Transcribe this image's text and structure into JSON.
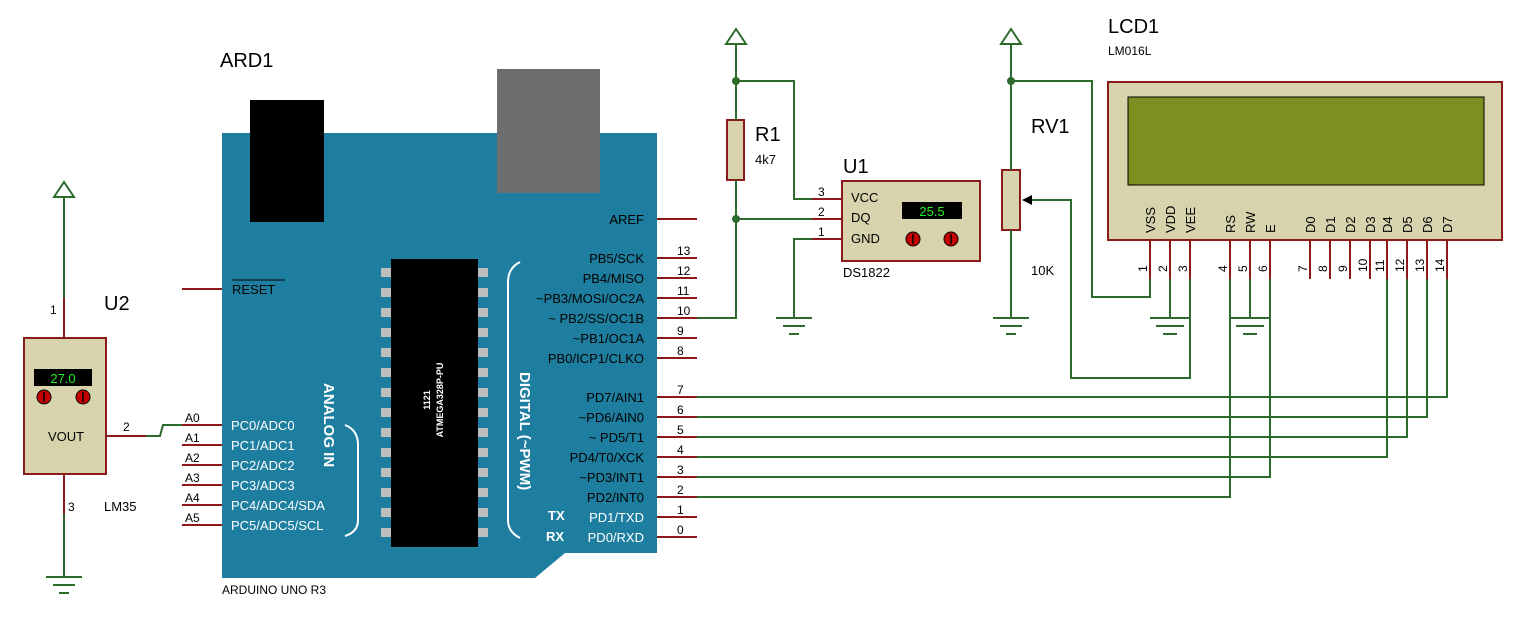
{
  "arduino": {
    "ref": "ARD1",
    "model": "ARDUINO UNO R3",
    "chip_id": "1121",
    "chip_name": "ATMEGA328P-PU",
    "analog_label": "ANALOG IN",
    "digital_label": "DIGITAL (~PWM)",
    "reset_label": "RESET",
    "aref_label": "AREF",
    "tx_label": "TX",
    "rx_label": "RX",
    "pins_right": [
      {
        "label": "PB5/SCK",
        "num": "13"
      },
      {
        "label": "PB4/MISO",
        "num": "12"
      },
      {
        "label": "~PB3/MOSI/OC2A",
        "num": "11"
      },
      {
        "label": "~ PB2/SS/OC1B",
        "num": "10"
      },
      {
        "label": "~PB1/OC1A",
        "num": "9"
      },
      {
        "label": "PB0/ICP1/CLKO",
        "num": "8"
      },
      {
        "label": "PD7/AIN1",
        "num": "7"
      },
      {
        "label": "~PD6/AIN0",
        "num": "6"
      },
      {
        "label": "~ PD5/T1",
        "num": "5"
      },
      {
        "label": "PD4/T0/XCK",
        "num": "4"
      },
      {
        "label": "~PD3/INT1",
        "num": "3"
      },
      {
        "label": "PD2/INT0",
        "num": "2"
      },
      {
        "label": "PD1/TXD",
        "num": "1"
      },
      {
        "label": "PD0/RXD",
        "num": "0"
      }
    ],
    "pins_left": [
      {
        "label": "PC0/ADC0",
        "num": "A0"
      },
      {
        "label": "PC1/ADC1",
        "num": "A1"
      },
      {
        "label": "PC2/ADC2",
        "num": "A2"
      },
      {
        "label": "PC3/ADC3",
        "num": "A3"
      },
      {
        "label": "PC4/ADC4/SDA",
        "num": "A4"
      },
      {
        "label": "PC5/ADC5/SCL",
        "num": "A5"
      }
    ]
  },
  "u2": {
    "ref": "U2",
    "model": "LM35",
    "reading": "27.0",
    "pin_out": "VOUT",
    "pin1": "1",
    "pin2": "2",
    "pin3": "3"
  },
  "u1": {
    "ref": "U1",
    "model": "DS1822",
    "reading": "25.5",
    "pin_vcc": "VCC",
    "pin_dq": "DQ",
    "pin_gnd": "GND",
    "pin1": "1",
    "pin2": "2",
    "pin3": "3"
  },
  "r1": {
    "ref": "R1",
    "value": "4k7"
  },
  "rv1": {
    "ref": "RV1",
    "value": "10K"
  },
  "lcd": {
    "ref": "LCD1",
    "model": "LM016L",
    "pins": [
      {
        "label": "VSS",
        "num": "1"
      },
      {
        "label": "VDD",
        "num": "2"
      },
      {
        "label": "VEE",
        "num": "3"
      },
      {
        "label": "RS",
        "num": "4"
      },
      {
        "label": "RW",
        "num": "5"
      },
      {
        "label": "E",
        "num": "6"
      },
      {
        "label": "D0",
        "num": "7"
      },
      {
        "label": "D1",
        "num": "8"
      },
      {
        "label": "D2",
        "num": "9"
      },
      {
        "label": "D3",
        "num": "10"
      },
      {
        "label": "D4",
        "num": "11"
      },
      {
        "label": "D5",
        "num": "12"
      },
      {
        "label": "D6",
        "num": "13"
      },
      {
        "label": "D7",
        "num": "14"
      }
    ]
  },
  "colors": {
    "board": "#1e7ea0",
    "wire": "#2d6b2d",
    "pin": "#8b1a1a",
    "component_body": "#d6d3ad",
    "lcd_screen": "#7f8e20",
    "chip": "#000000"
  }
}
